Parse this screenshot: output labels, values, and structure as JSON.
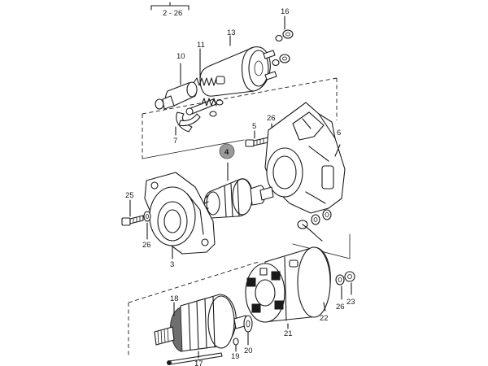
{
  "diagram": {
    "reference": "2 - 26",
    "highlighted_part": "4",
    "highlight_color": "#9a9a9a",
    "callouts": [
      {
        "id": "c16",
        "text": "16"
      },
      {
        "id": "c13",
        "text": "13"
      },
      {
        "id": "c11",
        "text": "11"
      },
      {
        "id": "c10",
        "text": "10"
      },
      {
        "id": "c7",
        "text": "7"
      },
      {
        "id": "c5",
        "text": "5"
      },
      {
        "id": "c26a",
        "text": "26"
      },
      {
        "id": "c6",
        "text": "6"
      },
      {
        "id": "c4",
        "text": "4"
      },
      {
        "id": "c25",
        "text": "25"
      },
      {
        "id": "c26b",
        "text": "26"
      },
      {
        "id": "c3",
        "text": "3"
      },
      {
        "id": "c18",
        "text": "18"
      },
      {
        "id": "c17",
        "text": "17"
      },
      {
        "id": "c19",
        "text": "19"
      },
      {
        "id": "c20",
        "text": "20"
      },
      {
        "id": "c21",
        "text": "21"
      },
      {
        "id": "c22",
        "text": "22"
      },
      {
        "id": "c26c",
        "text": "26"
      },
      {
        "id": "c23",
        "text": "23"
      }
    ]
  }
}
